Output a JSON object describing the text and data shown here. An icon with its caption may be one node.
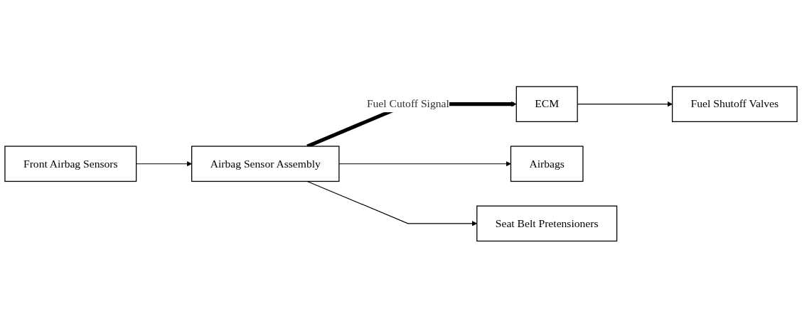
{
  "diagram": {
    "nodes": [
      {
        "text": [
          "Front Airbag Sensors"
        ]
      },
      {
        "text": [
          "Airbag Sensor Assembly"
        ]
      },
      {
        "text": [
          "ECM"
        ]
      },
      {
        "text": [
          "Fuel Shutoff Valves"
        ]
      },
      {
        "text": [
          "Airbags"
        ]
      },
      {
        "text": [
          "Seat Belt Pretensioners"
        ]
      }
    ],
    "edges": [
      {
        "from": 0,
        "to": 1,
        "arrow": "to"
      },
      {
        "from": 1,
        "to": 2,
        "arrow": "to",
        "label": "Fuel Cutoff Signal",
        "style": "thick"
      },
      {
        "from": 2,
        "to": 3,
        "arrow": "to"
      },
      {
        "from": 1,
        "to": 4,
        "arrow": "to"
      },
      {
        "from": 1,
        "to": 5,
        "arrow": "to"
      }
    ]
  }
}
